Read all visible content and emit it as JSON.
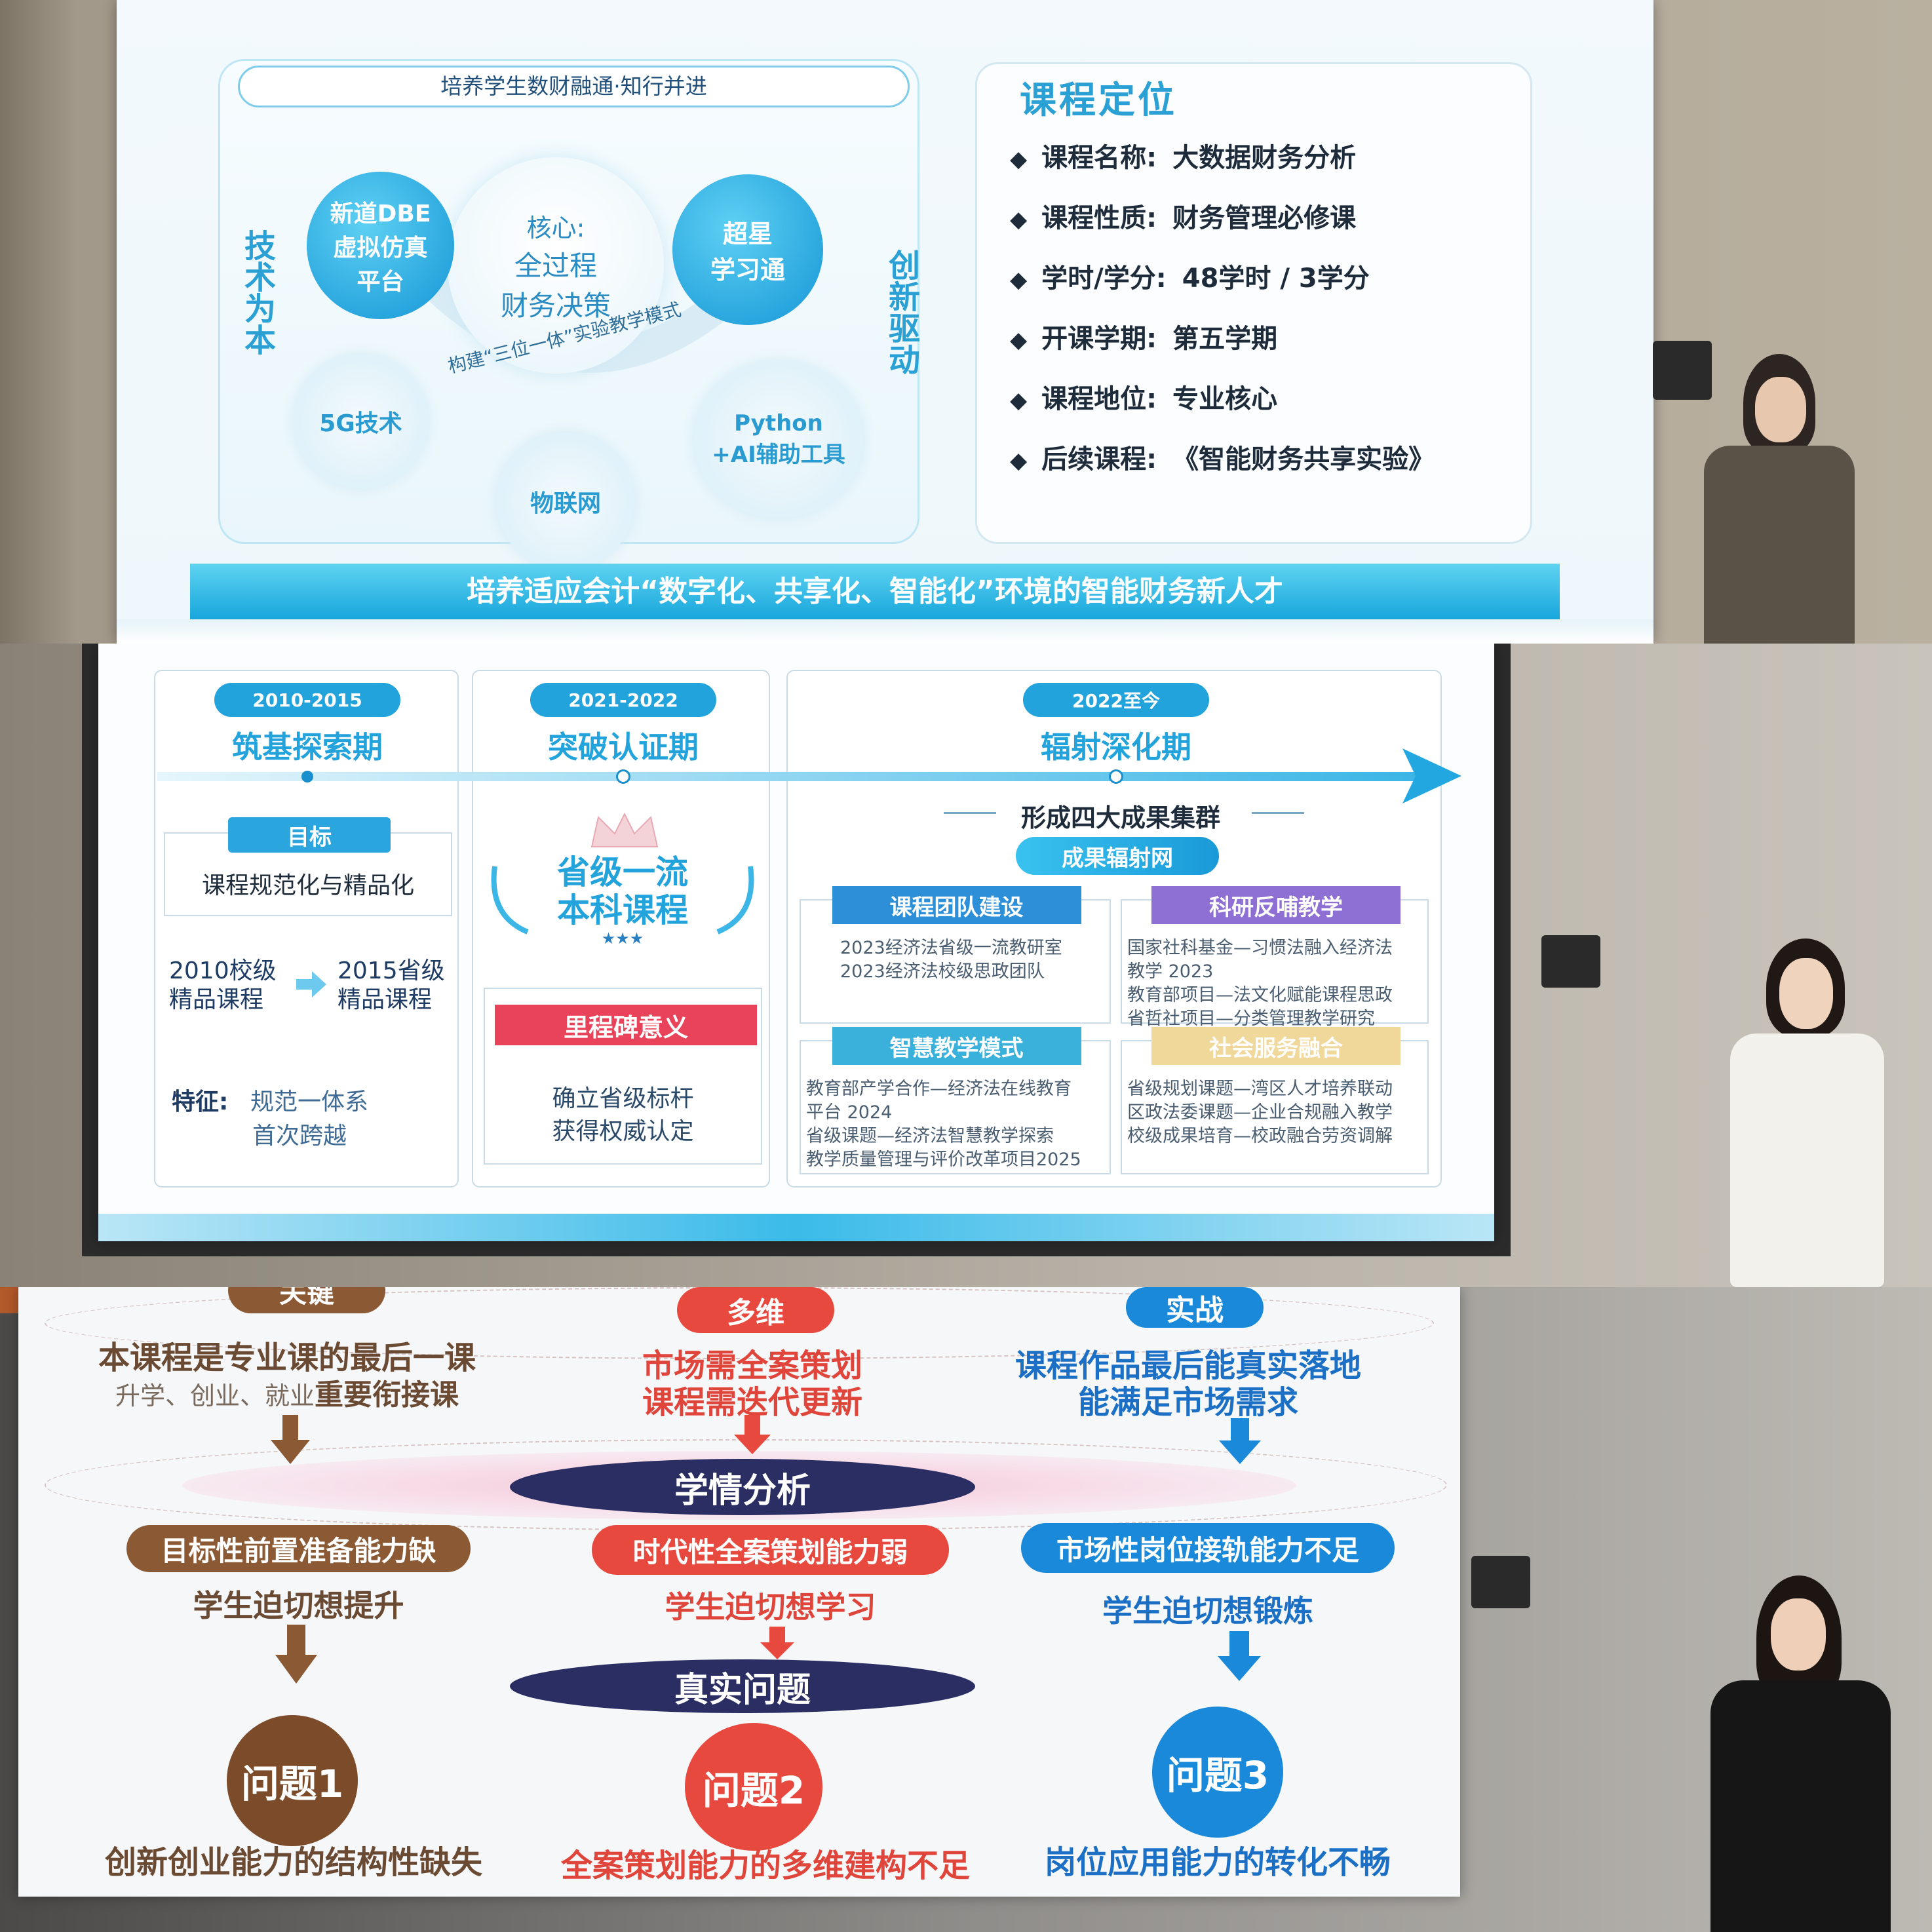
{
  "panel1": {
    "banner_top": "培养学生数财融通·知行并进",
    "left_vertical": "技术为本",
    "right_vertical": "创新驱动",
    "core": {
      "line1": "核心:",
      "line2": "全过程",
      "line3": "财务决策"
    },
    "bubble_dbe": {
      "line1": "新道DBE",
      "line2": "虚拟仿真",
      "line3": "平台"
    },
    "bubble_chaoxing": {
      "line1": "超星",
      "line2": "学习通"
    },
    "arc_text": "构建“三位一体”实验教学模式",
    "bubble_5g": "5G技术",
    "bubble_iot": "物联网",
    "bubble_python": {
      "line1": "Python",
      "line2": "+AI辅助工具"
    },
    "position_title": "课程定位",
    "position_items": [
      {
        "label": "课程名称:",
        "value": "大数据财务分析"
      },
      {
        "label": "课程性质:",
        "value": "财务管理必修课"
      },
      {
        "label": "学时/学分:",
        "value": "48学时 / 3学分"
      },
      {
        "label": "开课学期:",
        "value": "第五学期"
      },
      {
        "label": "课程地位:",
        "value": "专业核心"
      },
      {
        "label": "后续课程:",
        "value": "《智能财务共享实验》"
      }
    ],
    "bullet": "◆",
    "banner_bottom": "培养适应会计“数字化、共享化、智能化”环境的智能财务新人才"
  },
  "panel2": {
    "phases": [
      {
        "years": "2010-2015",
        "name": "筑基探索期"
      },
      {
        "years": "2021-2022",
        "name": "突破认证期"
      },
      {
        "years": "2022至今",
        "name": "辐射深化期"
      }
    ],
    "goal_tag": "目标",
    "goal_text": "课程规范化与精品化",
    "course_2010": {
      "line1": "2010校级",
      "line2": "精品课程"
    },
    "course_2015": {
      "line1": "2015省级",
      "line2": "精品课程"
    },
    "feature_label": "特征:",
    "feature_1": "规范一体系",
    "feature_2": "首次跨越",
    "award": {
      "line1": "省级一流",
      "line2": "本科课程",
      "stars": "★★★"
    },
    "milestone_tag": "里程碑意义",
    "milestone_1": "确立省级标杆",
    "milestone_2": "获得权威认定",
    "cluster_title": "形成四大成果集群",
    "cluster_tag": "成果辐射网",
    "team": {
      "title": "课程团队建设",
      "lines": [
        "2023经济法省级一流教研室",
        "2023经济法校级思政团队"
      ]
    },
    "research": {
      "title": "科研反哺教学",
      "lines": [
        "国家社科基金—习惯法融入经济法",
        "教学 2023",
        "教育部项目—法文化赋能课程思政",
        "省哲社项目—分类管理教学研究"
      ]
    },
    "smart": {
      "title": "智慧教学模式",
      "lines": [
        "教育部产学合作—经济法在线教育",
        "平台 2024",
        "省级课题—经济法智慧教学探索",
        "教学质量管理与评价改革项目2025"
      ]
    },
    "social": {
      "title": "社会服务融合",
      "lines": [
        "省级规划课题—湾区人才培养联动",
        "区政法委课题—企业合规融入教学",
        "校级成果培育—校政融合劳资调解"
      ]
    }
  },
  "panel3": {
    "col1_tag": "关键",
    "col1_line1": "本课程是专业课的最后一课",
    "col1_line2a": "升学、创业、就业",
    "col1_line2b": "重要衔接课",
    "col2_tag": "多维",
    "col2_line1": "市场需全案策划",
    "col2_line2": "课程需迭代更新",
    "col3_tag": "实战",
    "col3_line1": "课程作品最后能真实落地",
    "col3_line2": "能满足市场需求",
    "analysis": "学情分析",
    "gap1": "目标性前置准备能力缺",
    "gap2": "时代性全案策划能力弱",
    "gap3": "市场性岗位接轨能力不足",
    "want1": "学生迫切想提升",
    "want2": "学生迫切想学习",
    "want3": "学生迫切想锻炼",
    "real": "真实问题",
    "q1": "问题1",
    "q2": "问题2",
    "q3": "问题3",
    "q1_text": "创新创业能力的结构性缺失",
    "q2_text": "全案策划能力的多维建构不足",
    "q3_text": "岗位应用能力的转化不畅"
  }
}
